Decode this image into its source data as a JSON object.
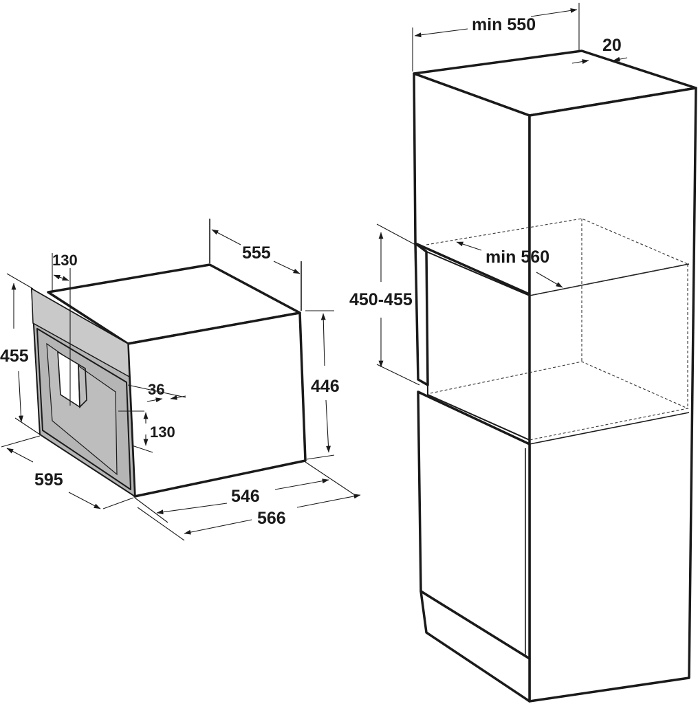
{
  "dimensions": {
    "oven_depth_555": "555",
    "oven_panel_130_top": "130",
    "oven_height_455": "455",
    "oven_36": "36",
    "oven_panel_130_side": "130",
    "oven_height_446": "446",
    "oven_width_595": "595",
    "oven_546": "546",
    "oven_566": "566",
    "cabinet_min_550": "min 550",
    "cabinet_20": "20",
    "cabinet_min_560": "min 560",
    "cabinet_niche_height": "450-455"
  }
}
